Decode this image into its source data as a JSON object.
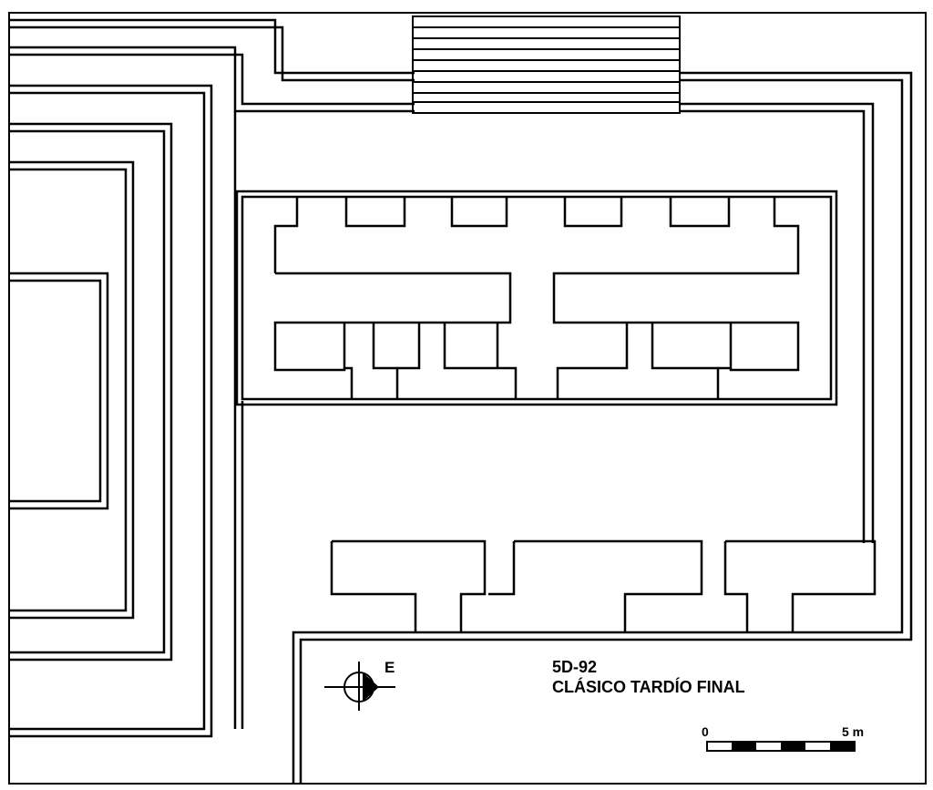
{
  "plan": {
    "structure_code": "5D-92",
    "period": "CLÁSICO TARDÍO FINAL"
  },
  "north_arrow": {
    "direction_label": "E",
    "icon": "compass-arrow-icon"
  },
  "scale_bar": {
    "start_label": "0",
    "end_label": "5 m",
    "segments": 6
  }
}
